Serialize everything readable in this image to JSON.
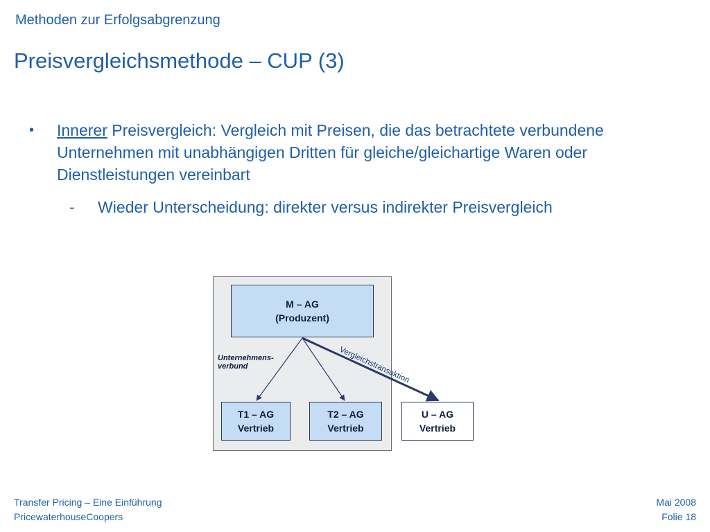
{
  "header": {
    "section": "Methoden zur Erfolgsabgrenzung",
    "title": "Preisvergleichsmethode – CUP (3)"
  },
  "content": {
    "bullet_marker": "•",
    "bullet_emphasis": "Innerer",
    "bullet_rest": " Preisvergleich: Vergleich mit Preisen, die das betrachtete verbundene Unternehmen mit unabhängigen Dritten für gleiche/gleichartige Waren oder Dienstleistungen vereinbart",
    "sub_marker": "-",
    "sub_text": "Wieder Unterscheidung: direkter versus indirekter Preisvergleich"
  },
  "diagram": {
    "group_label_line1": "Unternehmens-",
    "group_label_line2": "verbund",
    "nodes": {
      "m": {
        "line1": "M – AG",
        "line2": "(Produzent)"
      },
      "t1": {
        "line1": "T1 – AG",
        "line2": "Vertrieb"
      },
      "t2": {
        "line1": "T2 – AG",
        "line2": "Vertrieb"
      },
      "u": {
        "line1": "U – AG",
        "line2": "Vertrieb"
      }
    },
    "edge_label": "Vergleichstransaktion",
    "colors": {
      "node_fill": "#c4dcf5",
      "group_fill": "#ebecee",
      "arrow": "#2b3a6b"
    }
  },
  "footer": {
    "left_line1": "Transfer Pricing – Eine Einführung",
    "left_line2": "PricewaterhouseCoopers",
    "right_line1": "Mai 2008",
    "right_line2": "Folie 18"
  }
}
